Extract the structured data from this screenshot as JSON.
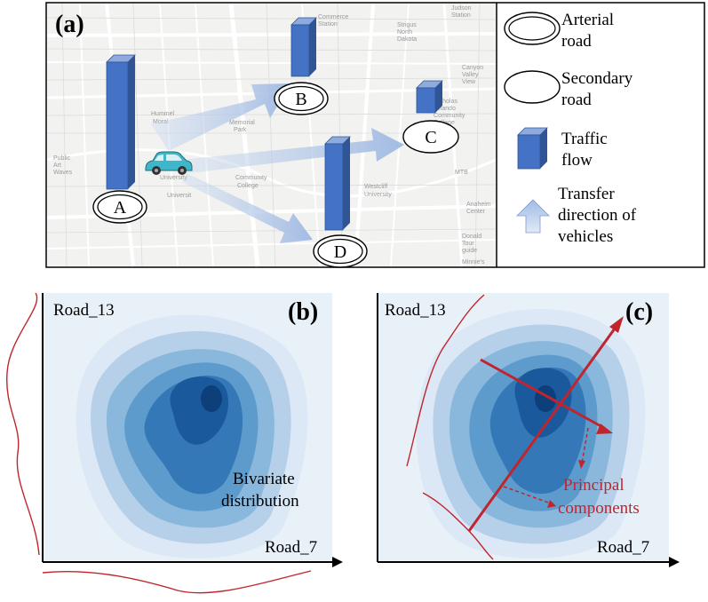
{
  "panel_a": {
    "label": "(a)",
    "nodes": {
      "a": "A",
      "b": "B",
      "c": "C",
      "d": "D"
    },
    "legend": {
      "arterial": [
        "Arterial",
        "road"
      ],
      "secondary": [
        "Secondary",
        "road"
      ],
      "traffic": [
        "Traffic",
        "flow"
      ],
      "transfer": [
        "Transfer",
        "direction of",
        "vehicles"
      ]
    },
    "map_labels": [
      "Hummel",
      "Moral",
      "Memorial",
      "Park",
      "University",
      "Universit",
      "Community",
      "College",
      "Westcliff",
      "University",
      "Public",
      "Art",
      "Waves",
      "Commerce",
      "Station",
      "Strigus",
      "North",
      "Dakota",
      "Judson",
      "Station",
      "Canyon",
      "Valley",
      "View",
      "Nicholas",
      "Orlando",
      "Community",
      "College",
      "MTB",
      "Anaheim",
      "Center",
      "Donald",
      "Tour",
      "guide",
      "Minnie's"
    ]
  },
  "panel_b": {
    "label": "(b)",
    "ylabel": "Road_13",
    "xlabel": "Road_7",
    "annotation": [
      "Bivariate",
      "distribution"
    ]
  },
  "panel_c": {
    "label": "(c)",
    "ylabel": "Road_13",
    "xlabel": "Road_7",
    "annotation": [
      "Principal",
      "components"
    ]
  },
  "colors": {
    "bar_front": "#4472c4",
    "bar_side": "#2f5597",
    "bar_top": "#8faadc",
    "arrow": "#b4c7e7",
    "kde_levels": [
      "#dce8f5",
      "#b5d0e8",
      "#8ab8dc",
      "#5c9bcc",
      "#3478b8",
      "#1a5a9c",
      "#0d3f7a"
    ],
    "red": "#c0252e",
    "panel_bg": "#e8f0f8"
  }
}
